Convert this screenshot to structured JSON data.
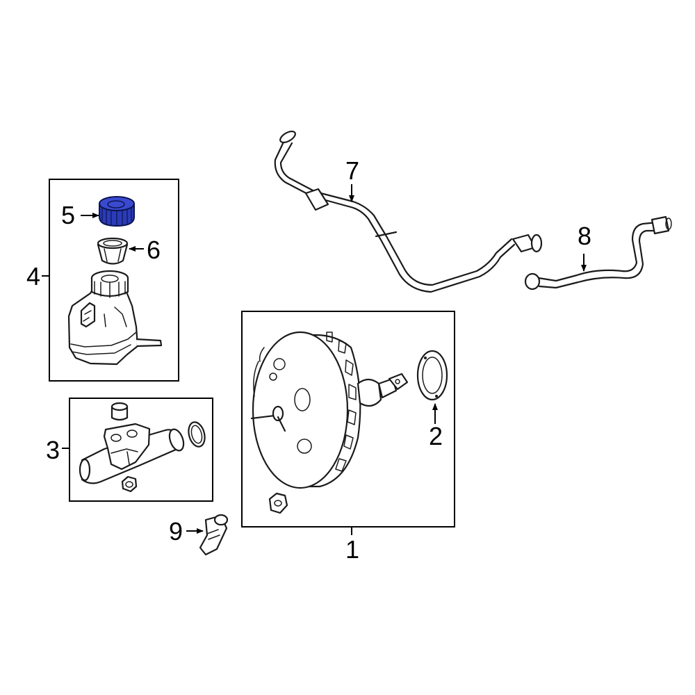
{
  "callouts": {
    "c1": "1",
    "c2": "2",
    "c3": "3",
    "c4": "4",
    "c5": "5",
    "c6": "6",
    "c7": "7",
    "c8": "8",
    "c9": "9"
  },
  "colors": {
    "highlight": "#2b3bb8",
    "line": "#1a1a1a",
    "background": "#ffffff"
  },
  "highlighted_part": "5"
}
